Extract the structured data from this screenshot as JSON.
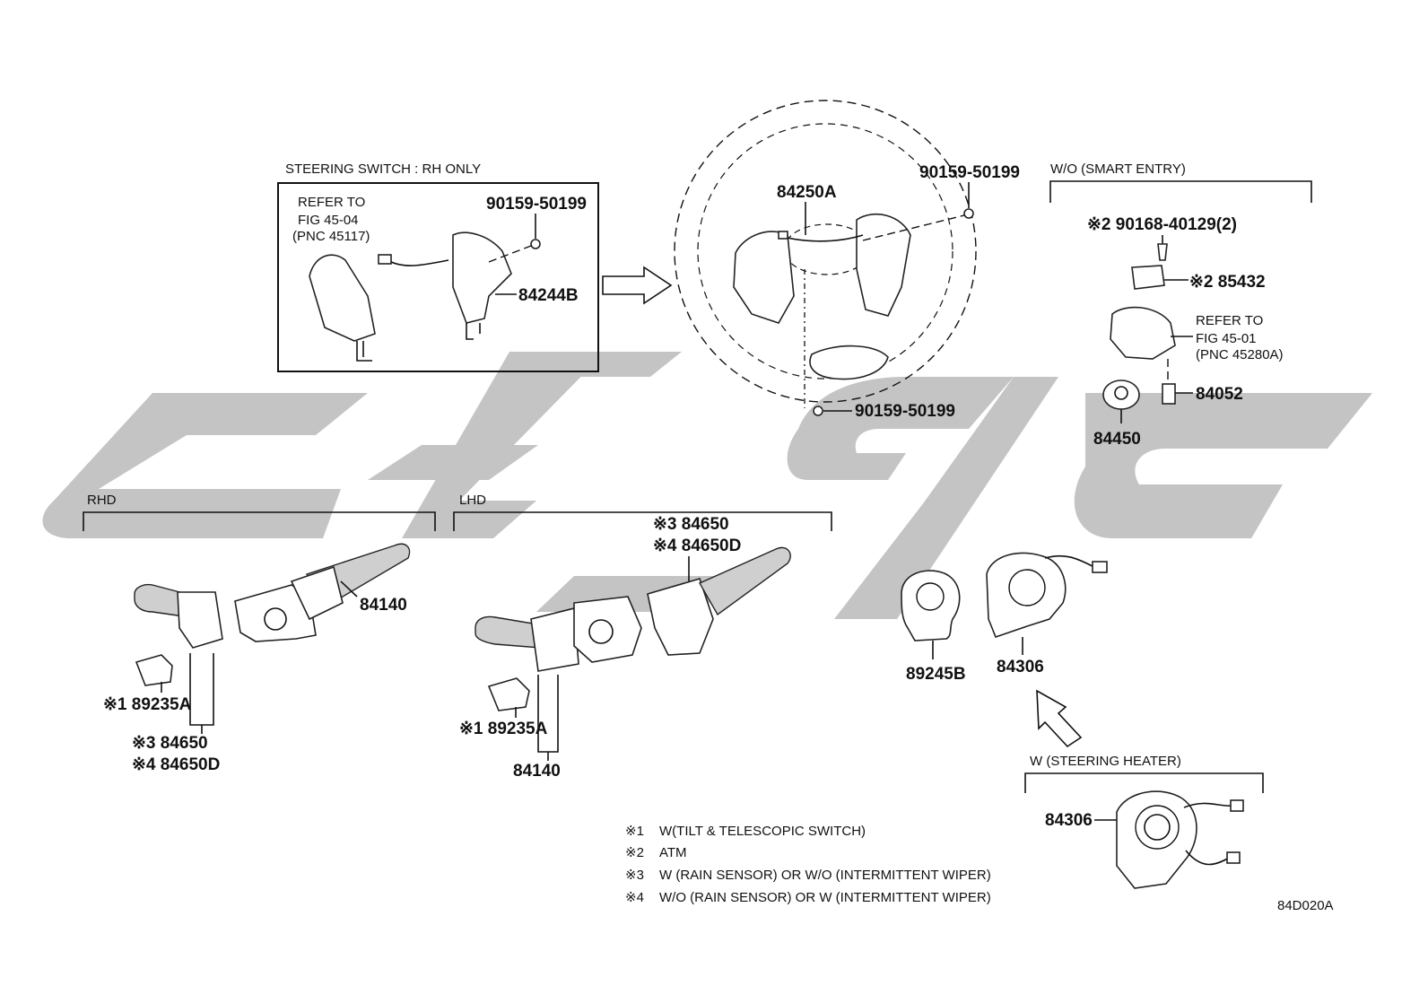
{
  "sections": {
    "steering_switch": "STEERING SWITCH : RH ONLY",
    "wo_smart_entry": "W/O (SMART ENTRY)",
    "rhd": "RHD",
    "lhd": "LHD",
    "w_steering_heater": "W (STEERING HEATER)"
  },
  "refs": {
    "ref1": [
      "REFER TO",
      "FIG 45-04",
      "(PNC 45117)"
    ],
    "ref2": [
      "REFER TO",
      "FIG 45-01",
      "(PNC 45280A)"
    ]
  },
  "parts": {
    "p84244B": "84244B",
    "p90159_a": "90159-50199",
    "p84250A": "84250A",
    "p90159_b": "90159-50199",
    "p90159_c": "90159-50199",
    "p90168": "※2 90168-40129(2)",
    "p85432": "※2 85432",
    "p84052": "84052",
    "p84450": "84450",
    "rhd_84140": "84140",
    "rhd_89235A": "※1 89235A",
    "rhd_84650": "※3 84650",
    "rhd_84650D": "※4 84650D",
    "lhd_84650": "※3 84650",
    "lhd_84650D": "※4 84650D",
    "lhd_89235A": "※1 89235A",
    "lhd_84140": "84140",
    "p89245B": "89245B",
    "p84306": "84306",
    "heater_84306": "84306"
  },
  "notes": [
    {
      "mark": "※1",
      "text": "W(TILT & TELESCOPIC SWITCH)"
    },
    {
      "mark": "※2",
      "text": "ATM"
    },
    {
      "mark": "※3",
      "text": "W (RAIN SENSOR) OR W/O (INTERMITTENT WIPER)"
    },
    {
      "mark": "※4",
      "text": "W/O (RAIN SENSOR) OR W (INTERMITTENT WIPER)"
    }
  ],
  "figure_code": "84D020A",
  "colors": {
    "watermark": "#c4c4c4",
    "line": "#111111",
    "background": "#ffffff"
  }
}
